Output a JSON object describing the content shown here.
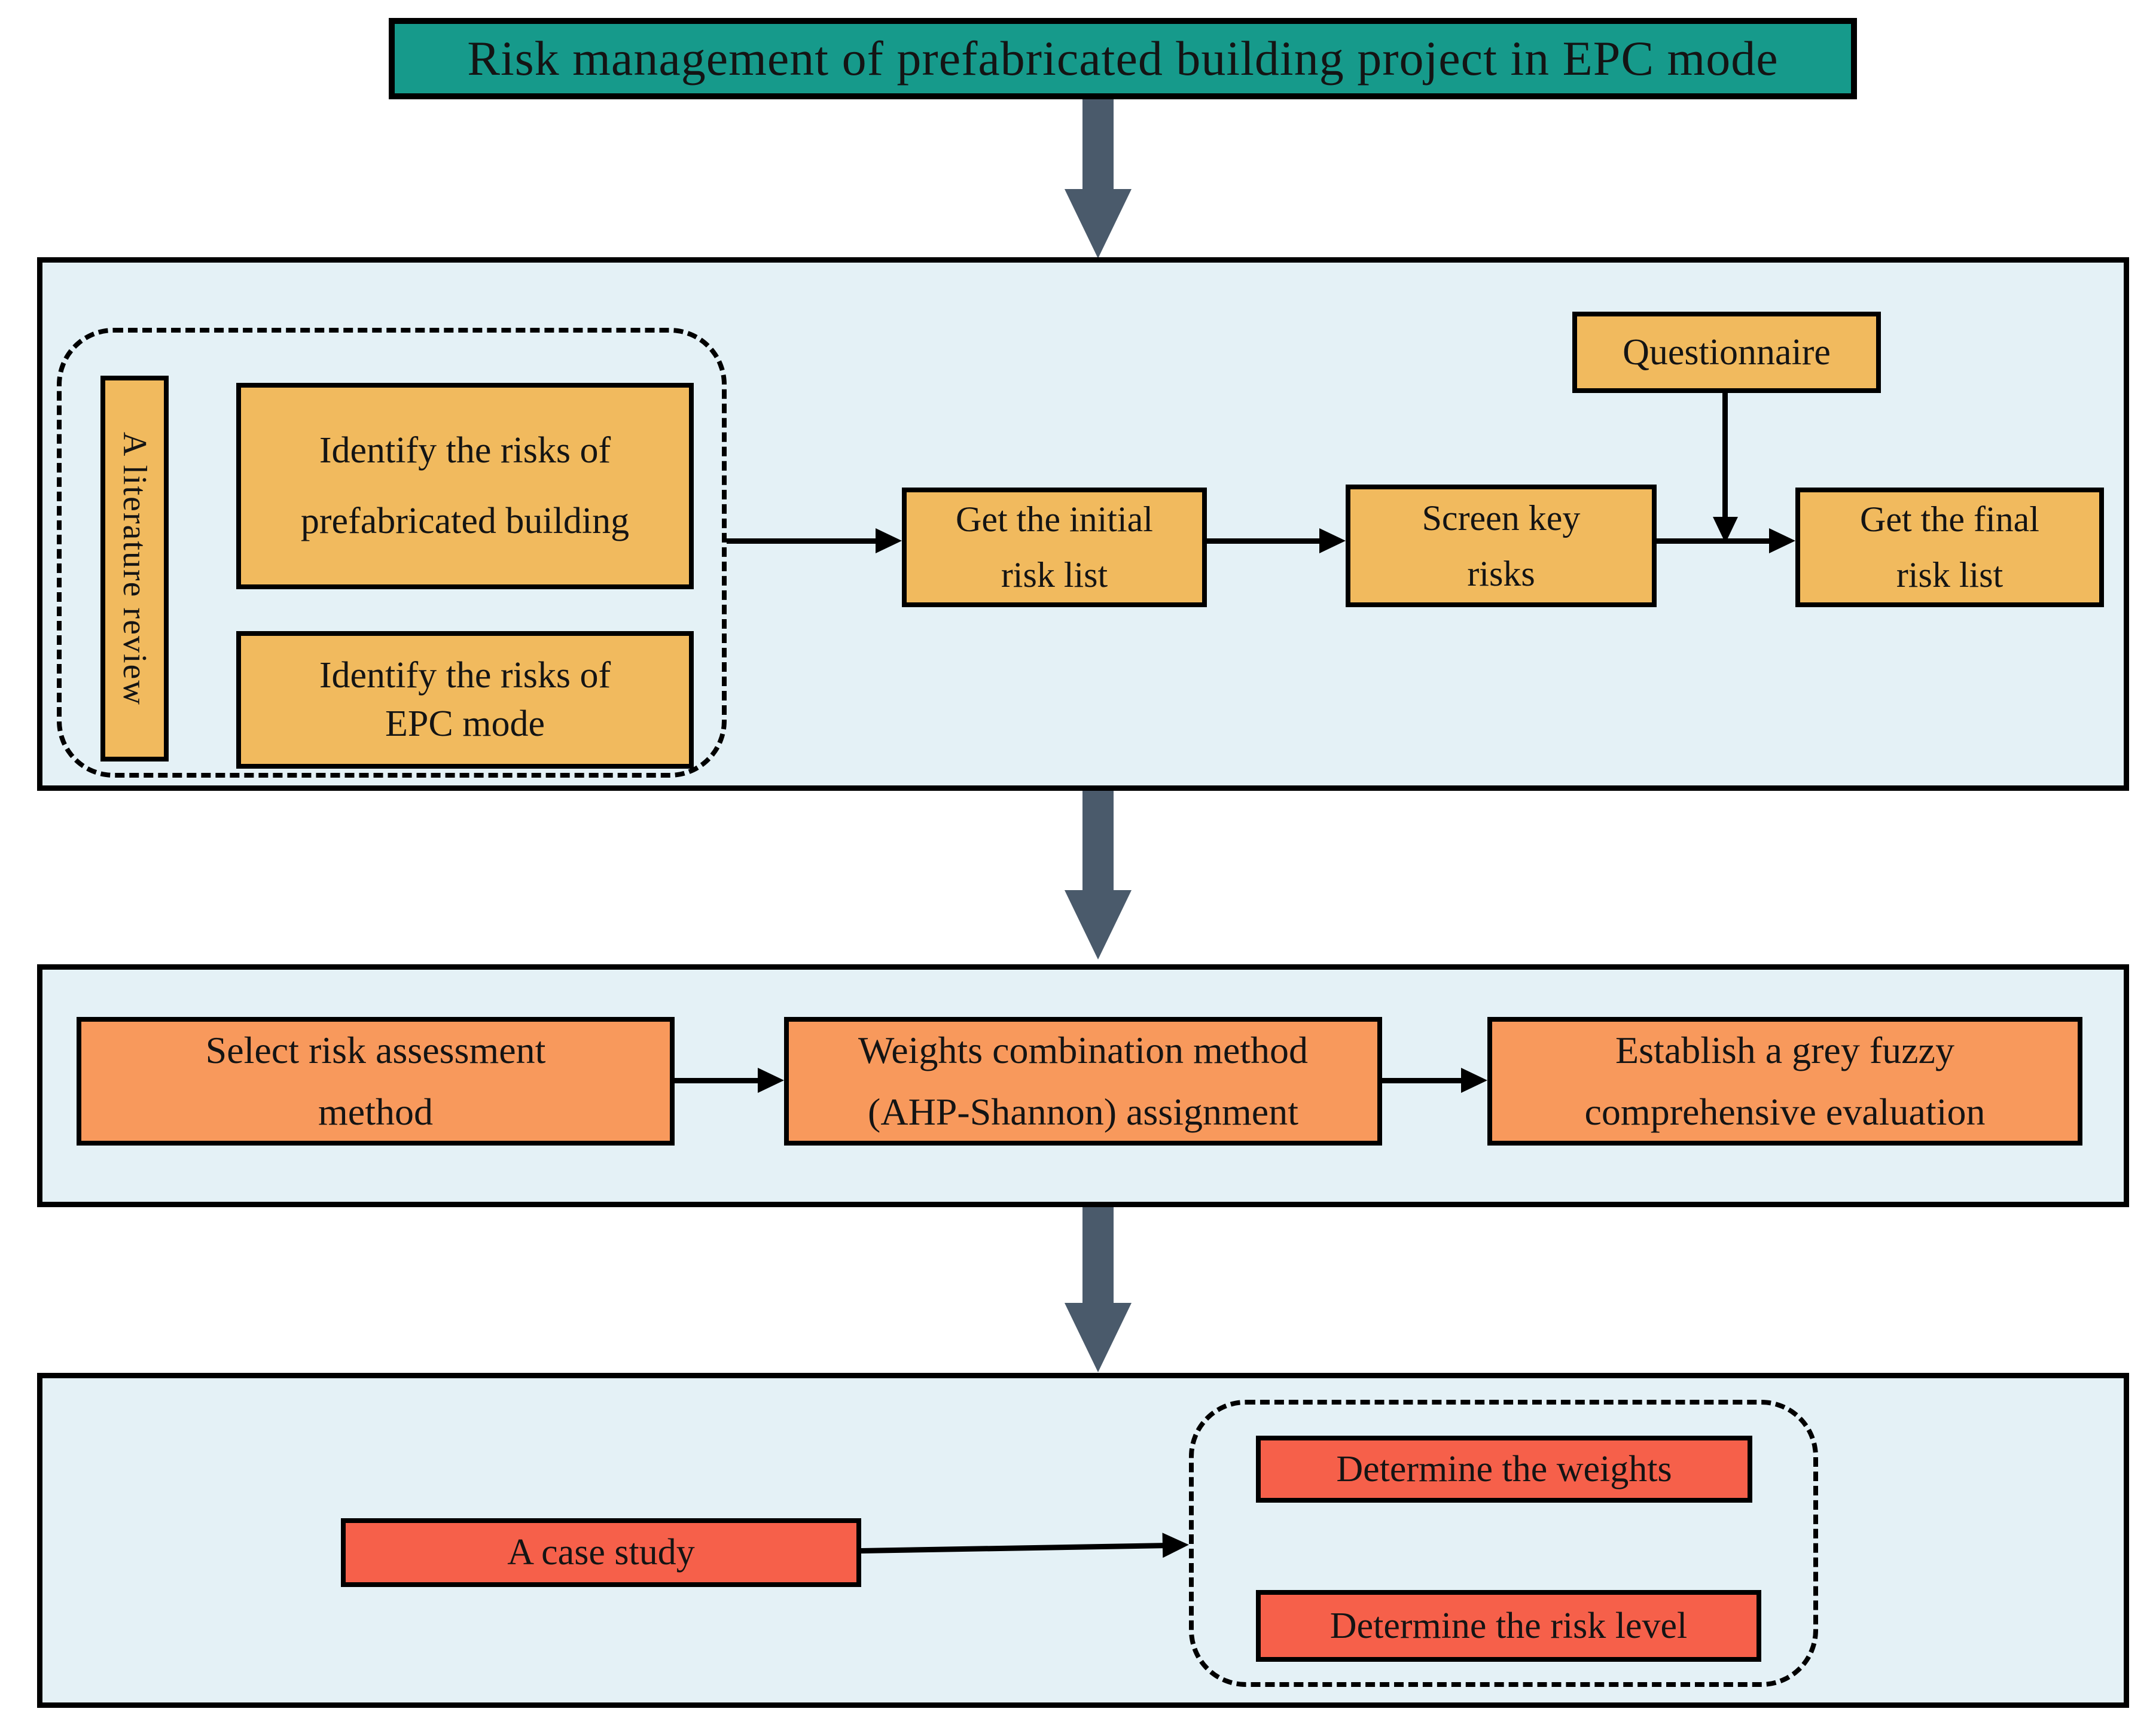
{
  "title": {
    "label": "Risk management of prefabricated building project in EPC mode"
  },
  "panel1": {
    "literature_review_label": "A literature review",
    "identify_prefab": {
      "lines": [
        "Identify the risks of",
        "prefabricated building"
      ]
    },
    "identify_epc": {
      "lines": [
        "Identify the risks of",
        "EPC mode"
      ]
    },
    "initial_risk_list": {
      "lines": [
        "Get the initial",
        "risk list"
      ]
    },
    "screen_key_risks": {
      "lines": [
        "Screen key",
        "risks"
      ]
    },
    "questionnaire": {
      "label": "Questionnaire"
    },
    "final_risk_list": {
      "lines": [
        "Get the final",
        "risk list"
      ]
    }
  },
  "panel2": {
    "select_method": {
      "lines": [
        "Select risk assessment",
        "method"
      ]
    },
    "weights_combination": {
      "lines": [
        "Weights combination method",
        "(AHP-Shannon) assignment"
      ]
    },
    "grey_fuzzy": {
      "lines": [
        "Establish a grey fuzzy",
        "comprehensive evaluation"
      ]
    }
  },
  "panel3": {
    "case_study": {
      "label": "A case study"
    },
    "determine_weights": {
      "label": "Determine the weights"
    },
    "determine_risk_level": {
      "label": "Determine the risk level"
    }
  },
  "colors": {
    "title_fill": "#169a8b",
    "panel_fill": "#e4f1f6",
    "box_light_orange": "#f1ba5e",
    "box_orange": "#f8995c",
    "box_red": "#f6604a",
    "block_arrow": "#4a5a6b",
    "line": "#000000"
  }
}
